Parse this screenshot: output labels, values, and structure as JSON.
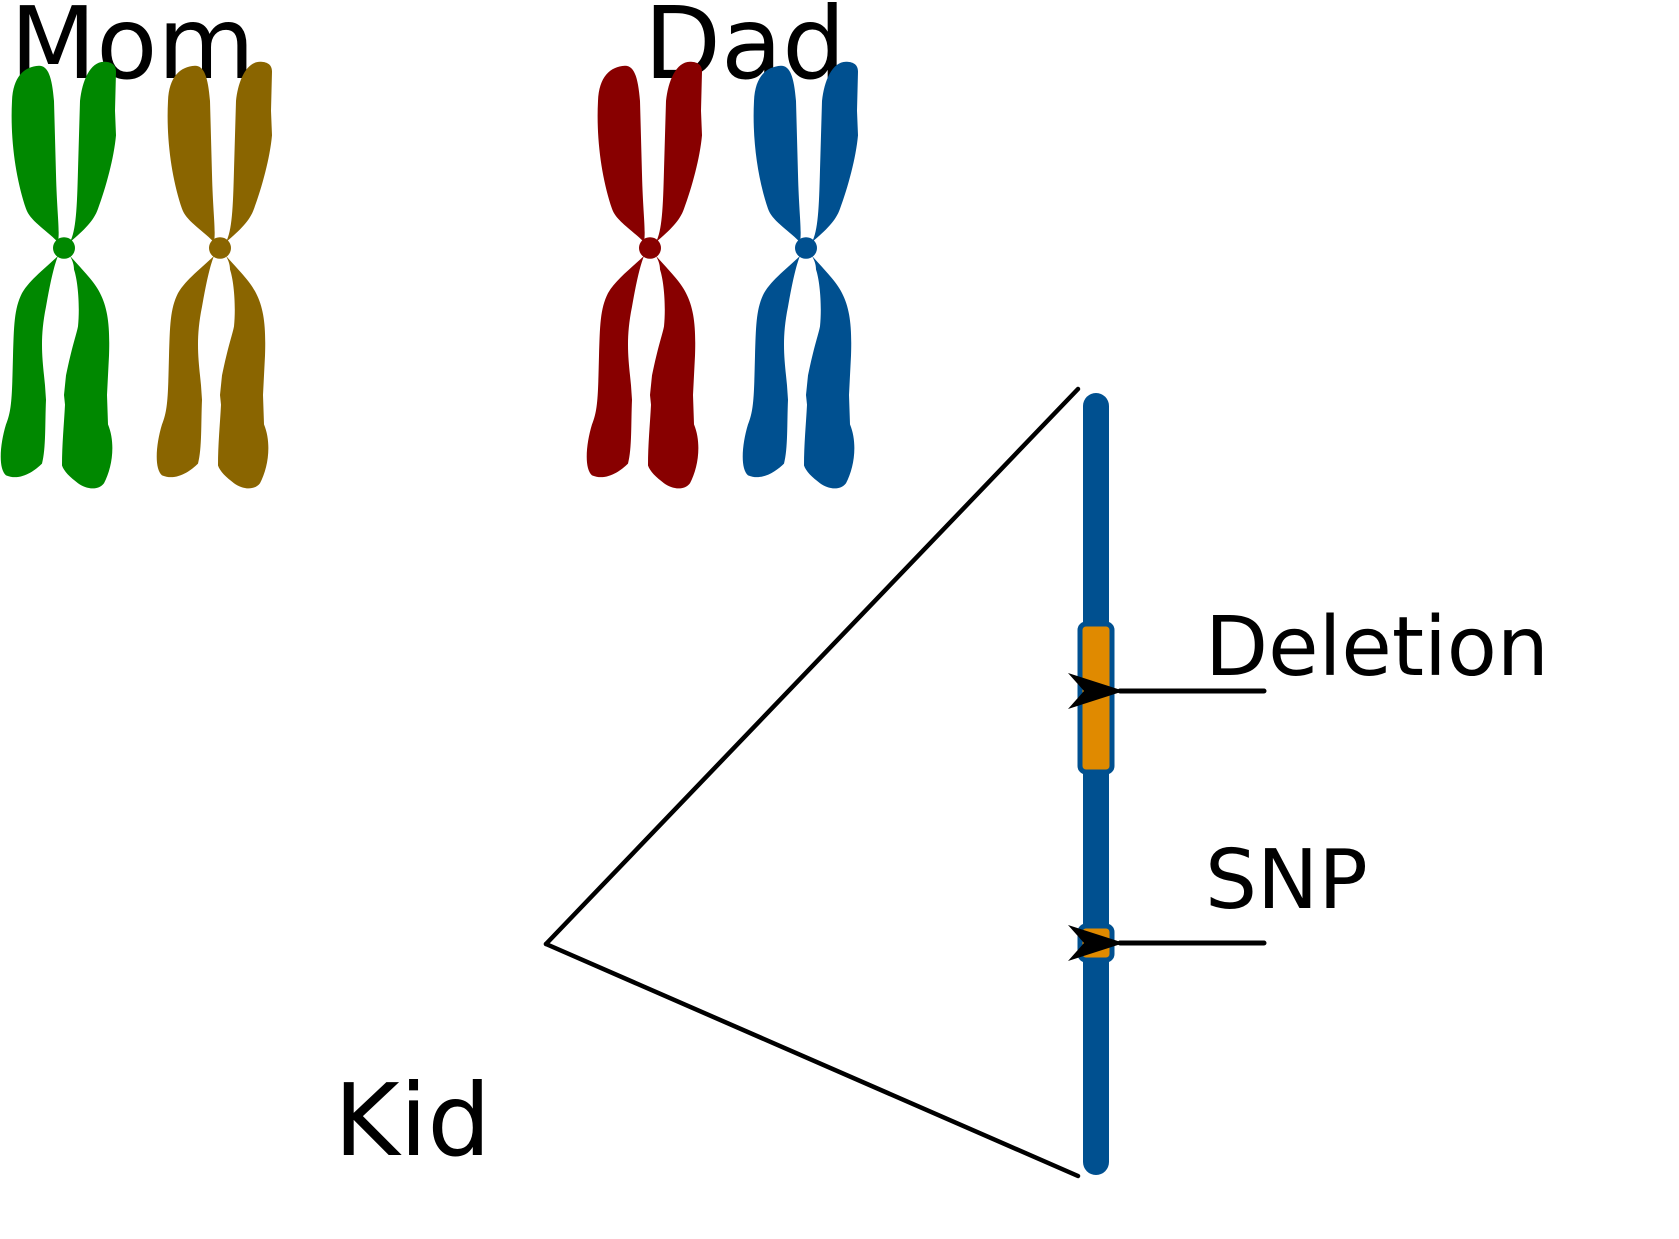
{
  "labels": {
    "mom": "Mom",
    "dad": "Dad",
    "kid": "Kid",
    "deletion": "Deletion",
    "snp": "SNP"
  },
  "colors": {
    "mom_chromosome_1": "#008800",
    "mom_chromosome_2": "#8a6500",
    "dad_chromosome_1": "#880000",
    "dad_chromosome_2": "#005090",
    "variant_highlight": "#e08a00",
    "line": "#000000"
  },
  "kid_chromosomes": [
    {
      "name": "kid-maternal-chromosome",
      "colors": [
        "#008800",
        "#8a6500"
      ]
    },
    {
      "name": "kid-paternal-chromosome",
      "colors": [
        "#880000",
        "#005090"
      ]
    }
  ],
  "zoomed_segment": {
    "color": "#005090",
    "features": [
      "deletion",
      "snp"
    ]
  }
}
